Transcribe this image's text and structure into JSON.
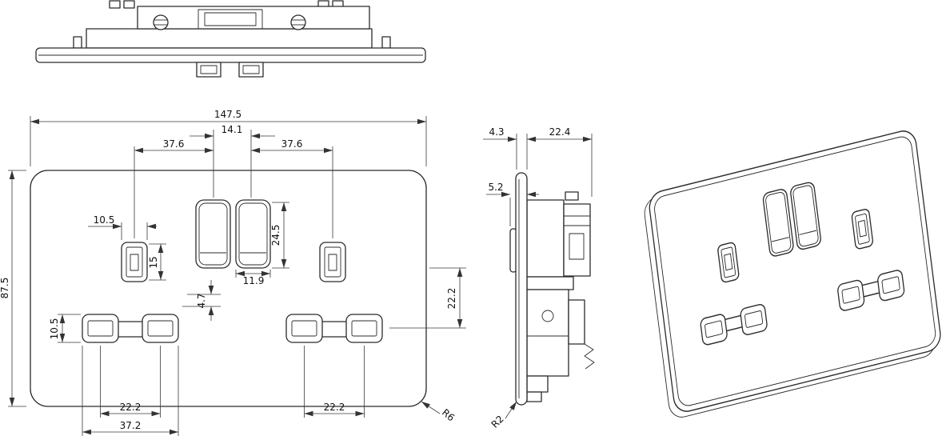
{
  "dims": {
    "front": {
      "overall_width": "147.5",
      "switch_pitch": "14.1",
      "left_span": "37.6",
      "right_span": "37.6",
      "overall_height": "87.5",
      "earth_slot_width": "10.5",
      "earth_slot_height": "15",
      "switch_height": "24.5",
      "switch_width": "11.9",
      "recess_offset": "4.7",
      "row_offset": "22.2",
      "pin_slot_height": "10.5",
      "pitch_left": "22.2",
      "span_left": "37.2",
      "pitch_right": "22.2",
      "corner_radius": "R6"
    },
    "side": {
      "plate_thickness": "4.3",
      "module_depth": "22.4",
      "switch_projection": "5.2",
      "corner_radius": "R2"
    }
  }
}
